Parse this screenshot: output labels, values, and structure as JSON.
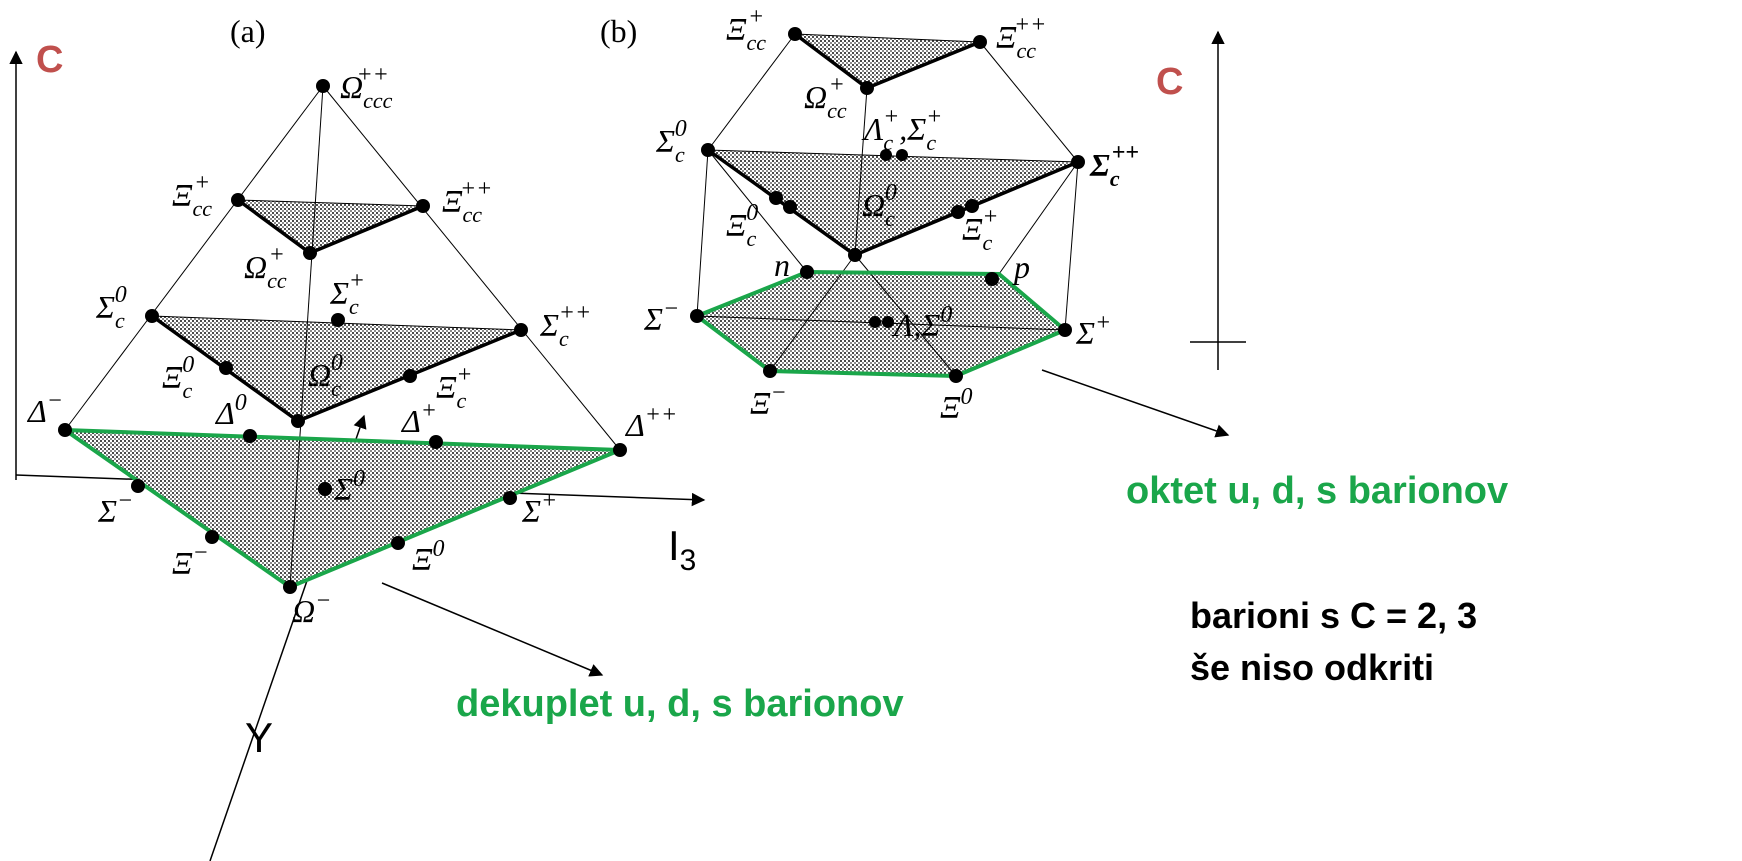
{
  "panel_a": {
    "label": "(a)",
    "axis_c_label": "C",
    "axis_i3_label": "I",
    "axis_i3_sub": "3",
    "axis_y_label": "Y",
    "particles": {
      "omega_ccc": {
        "base": "Ω",
        "sub": "ccc",
        "sup": "++"
      },
      "xi_cc_plus": {
        "base": "Ξ",
        "sub": "cc",
        "sup": "+"
      },
      "xi_cc_pp": {
        "base": "Ξ",
        "sub": "cc",
        "sup": "++"
      },
      "omega_cc_plus": {
        "base": "Ω",
        "sub": "cc",
        "sup": "+"
      },
      "sigma_c0": {
        "base": "Σ",
        "sub": "c",
        "sup": "0"
      },
      "sigma_c_plus": {
        "base": "Σ",
        "sub": "c",
        "sup": "+"
      },
      "sigma_c_pp": {
        "base": "Σ",
        "sub": "c",
        "sup": "++"
      },
      "xi_c0": {
        "base": "Ξ",
        "sub": "c",
        "sup": "0"
      },
      "omega_c0": {
        "base": "Ω",
        "sub": "c",
        "sup": "0"
      },
      "xi_c_plus": {
        "base": "Ξ",
        "sub": "c",
        "sup": "+"
      },
      "delta_minus": {
        "base": "Δ",
        "sub": "",
        "sup": "−"
      },
      "delta_0": {
        "base": "Δ",
        "sub": "",
        "sup": "0"
      },
      "delta_plus": {
        "base": "Δ",
        "sub": "",
        "sup": "+"
      },
      "delta_pp": {
        "base": "Δ",
        "sub": "",
        "sup": "++"
      },
      "sigma_minus": {
        "base": "Σ",
        "sub": "",
        "sup": "−"
      },
      "sigma_0": {
        "base": "Σ",
        "sub": "",
        "sup": "0"
      },
      "sigma_plus": {
        "base": "Σ",
        "sub": "",
        "sup": "+"
      },
      "xi_minus": {
        "base": "Ξ",
        "sub": "",
        "sup": "−"
      },
      "xi_0": {
        "base": "Ξ",
        "sub": "",
        "sup": "0"
      },
      "omega_minus": {
        "base": "Ω",
        "sub": "",
        "sup": "−"
      }
    },
    "caption": "dekuplet u, d, s barionov"
  },
  "panel_b": {
    "label": "(b)",
    "axis_c_label": "C",
    "particles": {
      "xi_cc_plus": {
        "base": "Ξ",
        "sub": "cc",
        "sup": "+"
      },
      "xi_cc_pp": {
        "base": "Ξ",
        "sub": "cc",
        "sup": "++"
      },
      "omega_cc_plus": {
        "base": "Ω",
        "sub": "cc",
        "sup": "+"
      },
      "lambda_sigma_c": {
        "base": "Λ",
        "sub": "c",
        "sup": "+",
        "base2": "Σ",
        "sub2": "c",
        "sup2": "+"
      },
      "sigma_c0": {
        "base": "Σ",
        "sub": "c",
        "sup": "0"
      },
      "sigma_c_pp": {
        "base": "Σ",
        "sub": "c",
        "sup": "++"
      },
      "xi_c0": {
        "base": "Ξ",
        "sub": "c",
        "sup": "0"
      },
      "omega_c0": {
        "base": "Ω",
        "sub": "c",
        "sup": "0"
      },
      "xi_c_plus": {
        "base": "Ξ",
        "sub": "c",
        "sup": "+"
      },
      "n": {
        "base": "n",
        "sub": "",
        "sup": ""
      },
      "p": {
        "base": "p",
        "sub": "",
        "sup": ""
      },
      "sigma_minus": {
        "base": "Σ",
        "sub": "",
        "sup": "−"
      },
      "lambda_sigma0": {
        "base": "Λ,Σ",
        "sub": "",
        "sup": "0"
      },
      "sigma_plus": {
        "base": "Σ",
        "sub": "",
        "sup": "+"
      },
      "xi_minus": {
        "base": "Ξ",
        "sub": "",
        "sup": "−"
      },
      "xi_0": {
        "base": "Ξ",
        "sub": "",
        "sup": "0"
      }
    },
    "caption": "oktet u, d, s barionov"
  },
  "note": {
    "line1": "barioni s C = 2, 3",
    "line2": "še niso odkriti"
  },
  "colors": {
    "accent_green": "#1aa64a",
    "axis_c_red": "#c0504d",
    "ink": "#000000",
    "shade": "#bdbdbd"
  }
}
